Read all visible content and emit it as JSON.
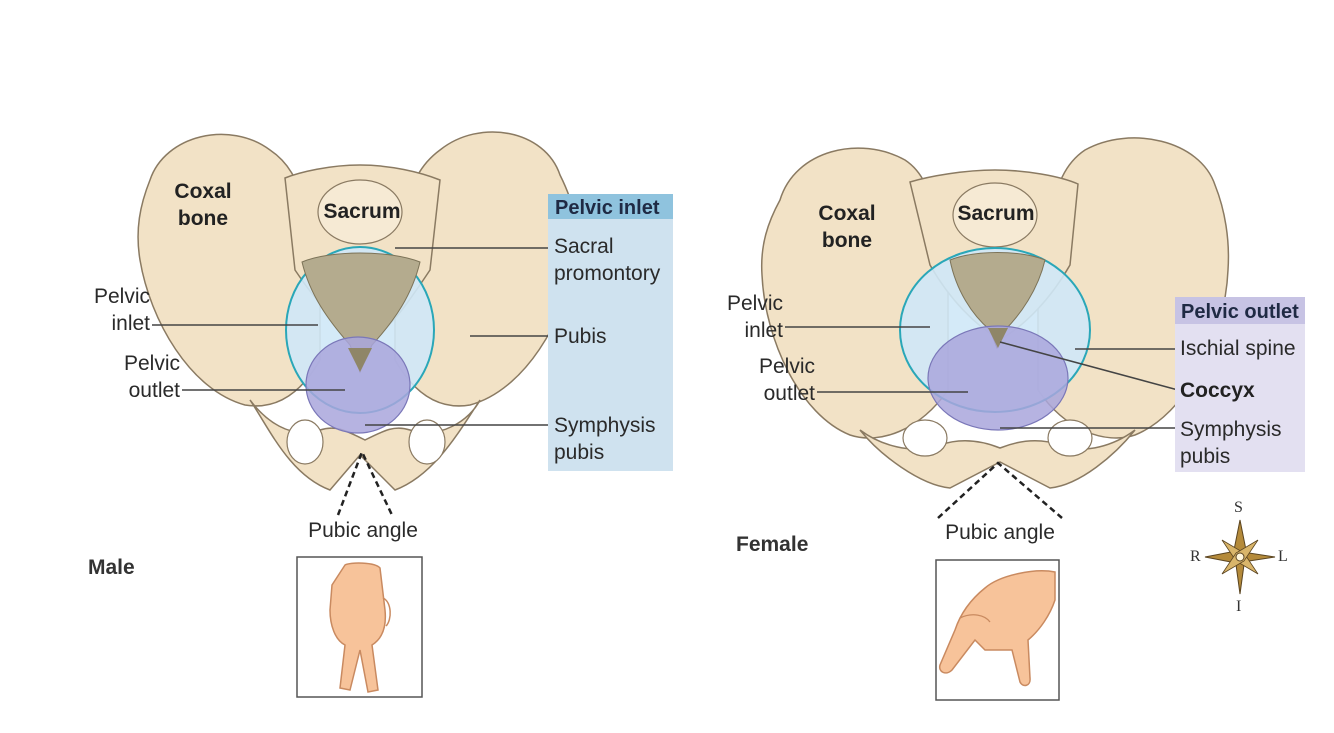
{
  "male": {
    "sex_label": "Male",
    "coxal_line1": "Coxal",
    "coxal_line2": "bone",
    "sacrum": "Sacrum",
    "pelvic_inlet_line1": "Pelvic",
    "pelvic_inlet_line2": "inlet",
    "pelvic_outlet_line1": "Pelvic",
    "pelvic_outlet_line2": "outlet",
    "pubic_angle": "Pubic angle",
    "panel_title": "Pelvic inlet",
    "sacral_line1": "Sacral",
    "sacral_line2": "promontory",
    "pubis": "Pubis",
    "symphysis_line1": "Symphysis",
    "symphysis_line2": "pubis"
  },
  "female": {
    "sex_label": "Female",
    "coxal_line1": "Coxal",
    "coxal_line2": "bone",
    "sacrum": "Sacrum",
    "pelvic_inlet_line1": "Pelvic",
    "pelvic_inlet_line2": "inlet",
    "pelvic_outlet_line1": "Pelvic",
    "pelvic_outlet_line2": "outlet",
    "pubic_angle": "Pubic angle",
    "panel_title": "Pelvic outlet",
    "ischial_spine": "Ischial spine",
    "coccyx": "Coccyx",
    "symphysis_line1": "Symphysis",
    "symphysis_line2": "pubis"
  },
  "compass": {
    "s": "S",
    "r": "R",
    "l": "L",
    "i": "I"
  },
  "colors": {
    "bone": "#f2e2c6",
    "bone_stroke": "#8a7a62",
    "inlet_fill": "#cfe8f7",
    "inlet_stroke": "#2aa7b8",
    "outlet_fill": "#a9a6dc",
    "sacrum_inner": "#b4ab8e",
    "male_panel": "#cfe2ef",
    "male_panel_head": "#8fc3de",
    "female_panel": "#e3e0f1",
    "female_panel_head": "#c7c3e4",
    "skin": "#f7c39a"
  }
}
